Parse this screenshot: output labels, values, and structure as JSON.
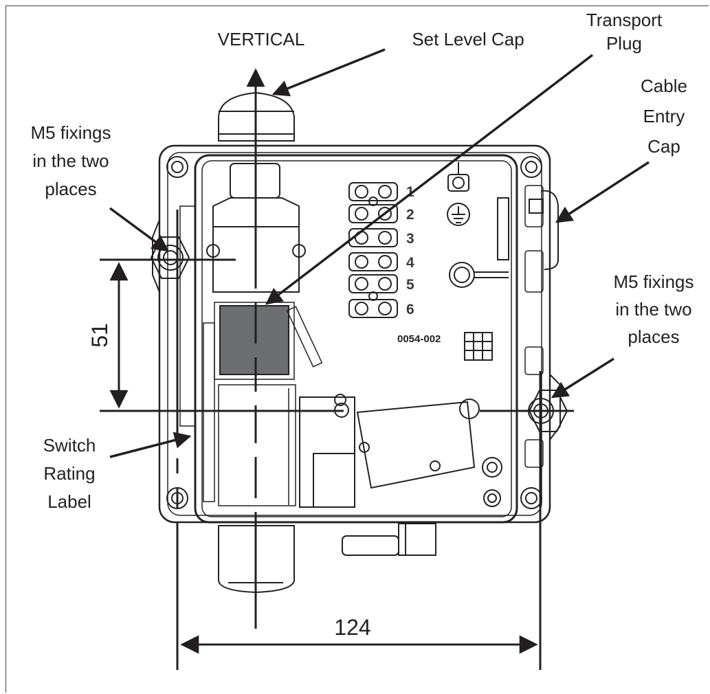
{
  "labels": {
    "vertical": "VERTICAL",
    "set_level_cap": "Set Level Cap",
    "transport_plug": [
      "Transport",
      "Plug"
    ],
    "cable_entry_cap": [
      "Cable",
      "Entry",
      "Cap"
    ],
    "m5_left": [
      "M5 fixings",
      "in the two",
      "places"
    ],
    "m5_right": [
      "M5 fixings",
      "in the two",
      "places"
    ],
    "switch_rating": [
      "Switch",
      "Rating",
      "Label"
    ]
  },
  "dimensions": {
    "height": "51",
    "width": "124"
  },
  "terminals": [
    "1",
    "2",
    "3",
    "4",
    "5",
    "6"
  ],
  "part_code": "0054-002",
  "colors": {
    "line": "#231f20",
    "plug_fill": "#6d6e71",
    "background": "#ffffff"
  }
}
